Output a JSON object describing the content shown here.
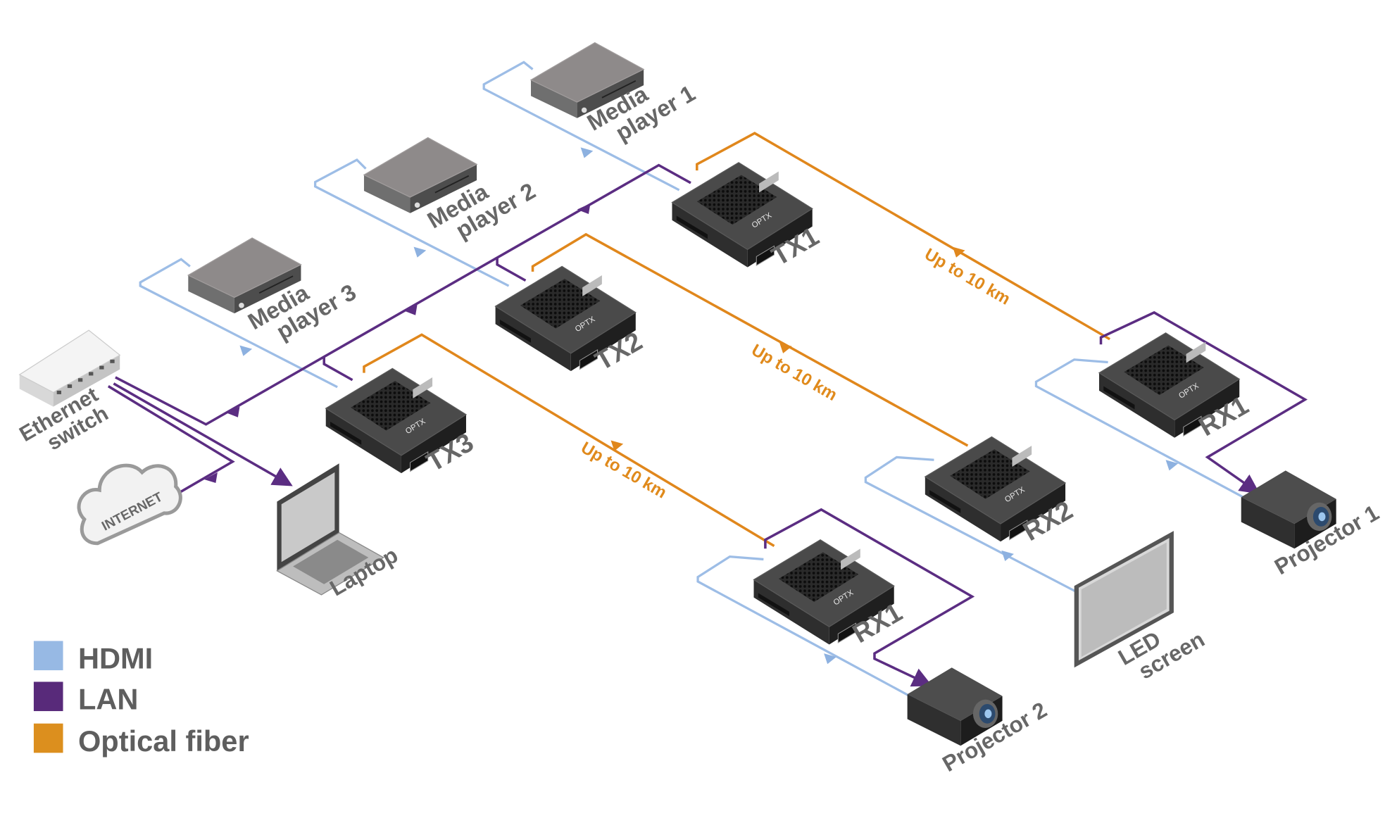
{
  "colors": {
    "hdmi": "#97b9e4",
    "lan": "#582a7a",
    "fiber": "#dc8f1e",
    "label": "#666666",
    "device": "#3a3a3a"
  },
  "legend": [
    {
      "label": "HDMI",
      "color": "#97b9e4"
    },
    {
      "label": "LAN",
      "color": "#582a7a"
    },
    {
      "label": "Optical fiber",
      "color": "#dc8f1e"
    }
  ],
  "devices": {
    "media_player_1": {
      "line1": "Media",
      "line2": "player 1"
    },
    "media_player_2": {
      "line1": "Media",
      "line2": "player 2"
    },
    "media_player_3": {
      "line1": "Media",
      "line2": "player 3"
    },
    "tx1": "TX1",
    "tx2": "TX2",
    "tx3": "TX3",
    "rx1_top": "RX1",
    "rx2": "RX2",
    "rx1_bottom": "RX1",
    "projector_1": "Projector 1",
    "projector_2": "Projector 2",
    "led_screen": {
      "line1": "LED",
      "line2": "screen"
    },
    "laptop": "Laptop",
    "ethernet_switch": {
      "line1": "Ethernet",
      "line2": "switch"
    },
    "internet": "INTERNET",
    "brand": "OPTX"
  },
  "distances": [
    "Up to 10 km",
    "Up to 10 km",
    "Up to 10 km"
  ]
}
